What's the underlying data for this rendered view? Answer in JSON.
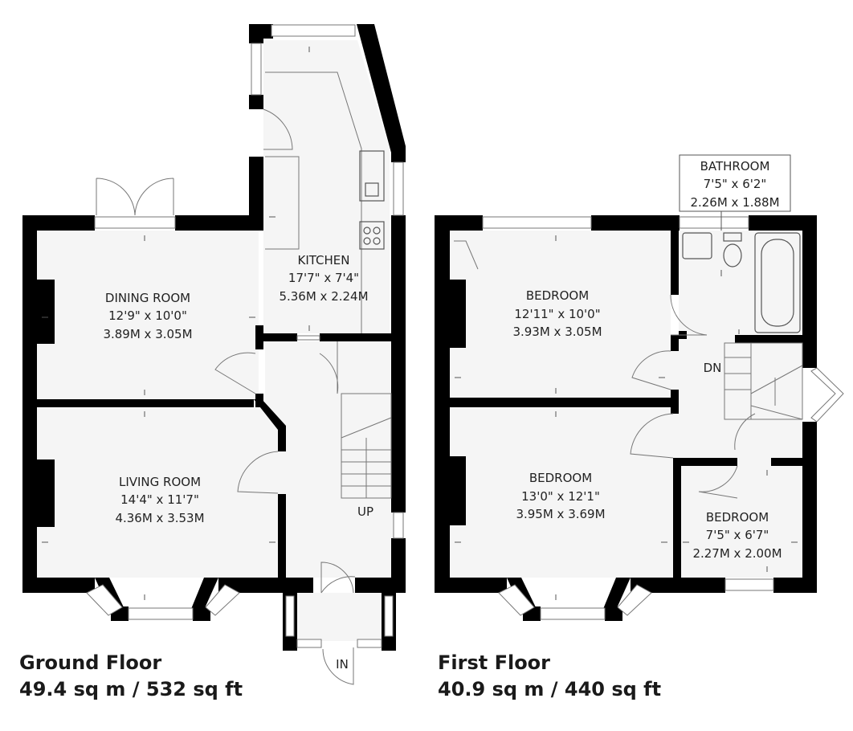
{
  "ground_floor": {
    "title": "Ground Floor",
    "area": "49.4 sq m / 532 sq ft",
    "rooms": [
      {
        "id": "kitchen",
        "name": "KITCHEN",
        "imperial": "17'7\" x 7'4\"",
        "metric": "5.36M x 2.24M"
      },
      {
        "id": "dining-room",
        "name": "DINING ROOM",
        "imperial": "12'9\" x 10'0\"",
        "metric": "3.89M x 3.05M"
      },
      {
        "id": "living-room",
        "name": "LIVING ROOM",
        "imperial": "14'4\" x 11'7\"",
        "metric": "4.36M x 3.53M"
      }
    ],
    "stairs_label": "UP",
    "entrance_label": "IN"
  },
  "first_floor": {
    "title": "First Floor",
    "area": "40.9 sq m / 440 sq ft",
    "rooms": [
      {
        "id": "bathroom",
        "name": "BATHROOM",
        "imperial": "7'5\" x 6'2\"",
        "metric": "2.26M x 1.88M"
      },
      {
        "id": "bedroom-1",
        "name": "BEDROOM",
        "imperial": "12'11\" x 10'0\"",
        "metric": "3.93M x 3.05M"
      },
      {
        "id": "bedroom-2",
        "name": "BEDROOM",
        "imperial": "13'0\" x 12'1\"",
        "metric": "3.95M x 3.69M"
      },
      {
        "id": "bedroom-3",
        "name": "BEDROOM",
        "imperial": "7'5\" x 6'7\"",
        "metric": "2.27M x 2.00M"
      }
    ],
    "stairs_label": "DN"
  }
}
